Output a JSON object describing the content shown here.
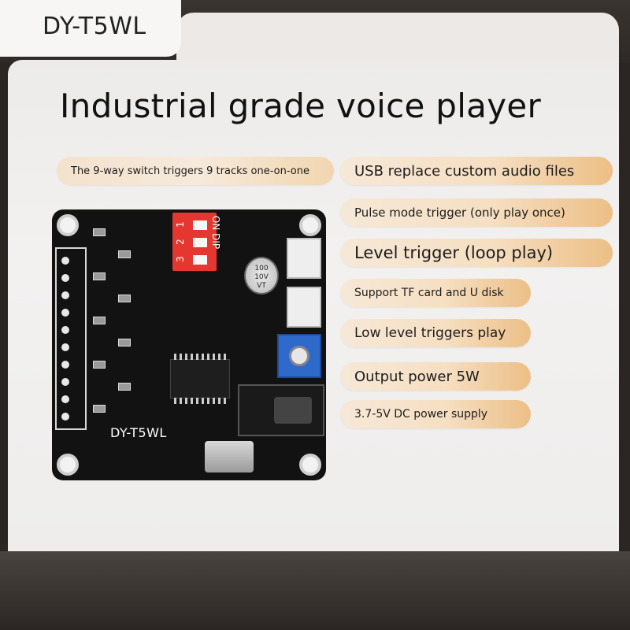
{
  "brand": "DY-T5WL",
  "headline": "Industrial grade voice player",
  "features_left": [
    "The 9-way switch triggers 9 tracks one-on-one"
  ],
  "features_right": [
    "USB replace custom audio files",
    "Pulse mode trigger (only play once)",
    "Level trigger (loop play)",
    "Support TF card and U disk",
    "Low level triggers play",
    "Output power 5W",
    "3.7-5V DC power supply"
  ],
  "board": {
    "label": "DY-T5WL",
    "dip_label": "ON DIP",
    "dip_numbers": [
      "1",
      "2",
      "3"
    ],
    "capacitor_text": [
      "100",
      "10V",
      "VT"
    ]
  },
  "colors": {
    "pill_accent": "#ecbf86",
    "board": "#121212",
    "dip_switch": "#e5372f",
    "potentiometer": "#2f69c9"
  }
}
